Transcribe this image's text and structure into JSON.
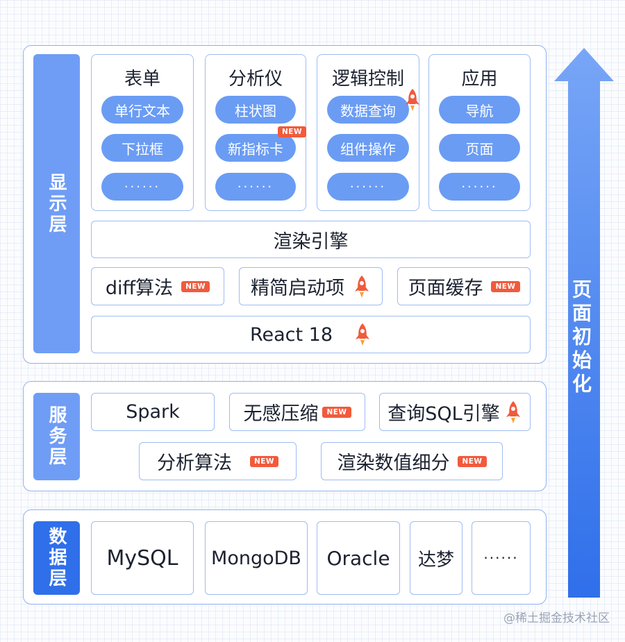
{
  "display_layer": {
    "label": "显示层",
    "cards": [
      {
        "title": "表单",
        "items": [
          "单行文本",
          "下拉框",
          "······"
        ]
      },
      {
        "title": "分析仪",
        "items": [
          "柱状图",
          "新指标卡",
          "······"
        ]
      },
      {
        "title": "逻辑控制",
        "items": [
          "数据查询",
          "组件操作",
          "······"
        ]
      },
      {
        "title": "应用",
        "items": [
          "导航",
          "页面",
          "······"
        ]
      }
    ],
    "render_engine": "渲染引擎",
    "diff": "diff算法",
    "startup": "精简启动项",
    "page_cache": "页面缓存",
    "react": "React 18"
  },
  "service_layer": {
    "label": "服务层",
    "spark": "Spark",
    "compression": "无感压缩",
    "sql_engine": "查询SQL引擎",
    "analysis": "分析算法",
    "render_values": "渲染数值细分"
  },
  "data_layer": {
    "label": "数据层",
    "dbs": [
      "MySQL",
      "MongoDB",
      "Oracle",
      "达梦",
      "······"
    ]
  },
  "badge_new": "NEW",
  "arrow_label": "页面初始化",
  "watermark": "@稀土掘金技术社区",
  "colors": {
    "accent": "#6a9cf4",
    "accent_dark": "#2f6fea",
    "badge": "#f15a3c",
    "rocket": "#f15a3c"
  }
}
